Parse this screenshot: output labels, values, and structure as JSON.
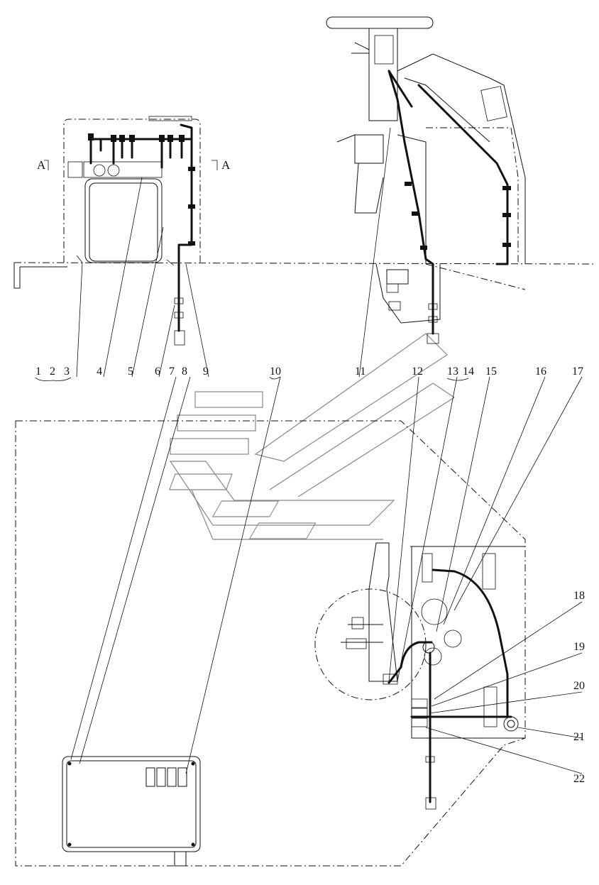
{
  "section_marks": {
    "left": "A",
    "right": "A"
  },
  "callouts": [
    {
      "id": "c1",
      "text": "1"
    },
    {
      "id": "c2",
      "text": "2"
    },
    {
      "id": "c3",
      "text": "3"
    },
    {
      "id": "c4",
      "text": "4"
    },
    {
      "id": "c5",
      "text": "5"
    },
    {
      "id": "c6",
      "text": "6"
    },
    {
      "id": "c7",
      "text": "7"
    },
    {
      "id": "c8",
      "text": "8"
    },
    {
      "id": "c9",
      "text": "9"
    },
    {
      "id": "c10",
      "text": "10"
    },
    {
      "id": "c11",
      "text": "11"
    },
    {
      "id": "c12",
      "text": "12"
    },
    {
      "id": "c13",
      "text": "13"
    },
    {
      "id": "c14",
      "text": "14"
    },
    {
      "id": "c15",
      "text": "15"
    },
    {
      "id": "c16",
      "text": "16"
    },
    {
      "id": "c17",
      "text": "17"
    },
    {
      "id": "c18",
      "text": "18"
    },
    {
      "id": "c19",
      "text": "19"
    },
    {
      "id": "c20",
      "text": "20"
    },
    {
      "id": "c21",
      "text": "21"
    },
    {
      "id": "c22",
      "text": "22"
    }
  ]
}
